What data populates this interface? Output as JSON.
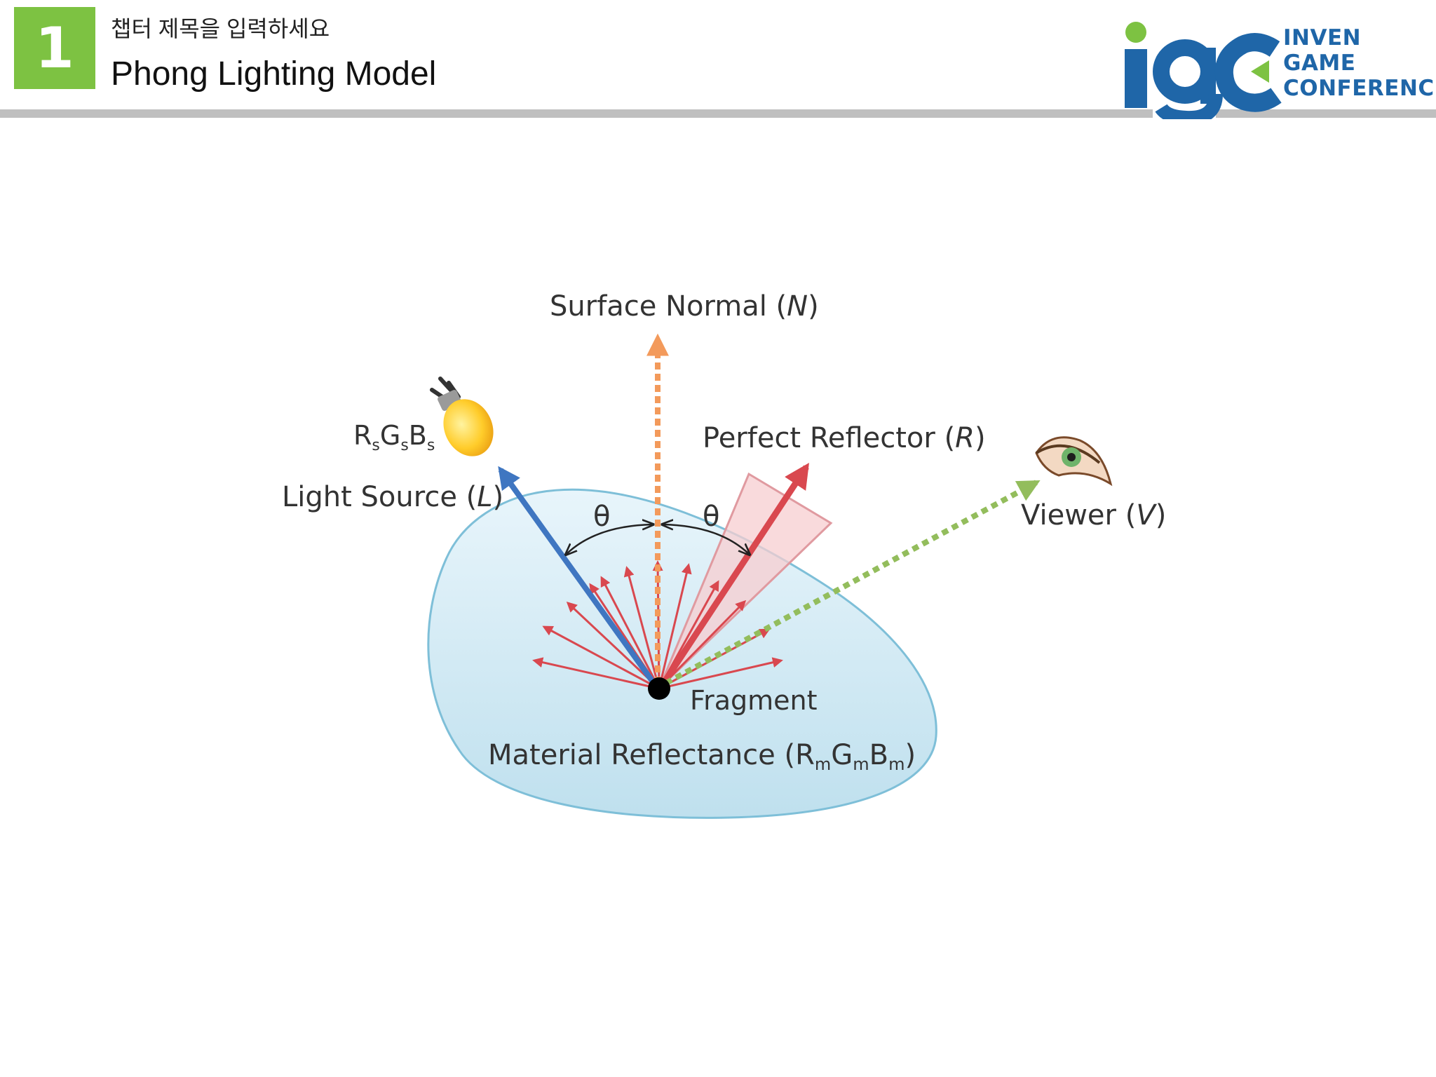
{
  "header": {
    "chapter_number": "1",
    "chapter_title": "챕터 제목을 입력하세요",
    "slide_title": "Phong Lighting Model",
    "logo": {
      "mark": "igc",
      "line1": "INVEN",
      "line2": "GAME",
      "line3": "CONFERENCE",
      "colors": {
        "green": "#7dc242",
        "blue": "#1f66a8"
      }
    }
  },
  "diagram": {
    "surface_normal": {
      "name": "Surface Normal ",
      "symbol": "N"
    },
    "perfect_reflector": {
      "name": "Perfect Reflector ",
      "symbol": "R"
    },
    "light_source": {
      "name": "Light Source ",
      "symbol": "L",
      "color": {
        "r": "R",
        "g": "G",
        "b": "B",
        "sub": "s"
      },
      "icon": "light-bulb-icon"
    },
    "viewer": {
      "name": "Viewer ",
      "symbol": "V",
      "icon": "eye-icon"
    },
    "angle_symbol": "θ",
    "fragment_label": "Fragment",
    "material": {
      "prefix": "Material Reflectance (",
      "r": "R",
      "g": "G",
      "b": "B",
      "sub": "m",
      "suffix": ")"
    },
    "colors": {
      "normal": "#f39a5b",
      "light": "#3f76c1",
      "reflect": "#d9484f",
      "viewer": "#93bd5c",
      "surface": "#cfe9f4"
    }
  }
}
